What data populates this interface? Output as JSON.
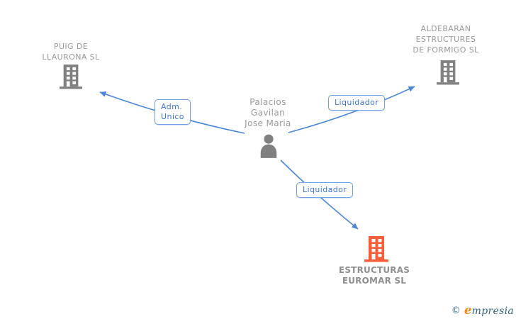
{
  "diagram": {
    "person": {
      "name": "Palacios\nGavilan\nJose Maria",
      "icon": "person-icon",
      "color": "#808080"
    },
    "companies": [
      {
        "name": "PUIG DE\nLLAURONA SL",
        "icon": "building-icon",
        "color": "#808080"
      },
      {
        "name": "ALDEBARAN\nESTRUCTURES\nDE FORMIGO SL",
        "icon": "building-icon",
        "color": "#808080"
      },
      {
        "name": "ESTRUCTURAS\nEUROMAR SL",
        "icon": "building-icon",
        "color": "#f65d38"
      }
    ],
    "edges": [
      {
        "from": "Palacios Gavilan Jose Maria",
        "to": "PUIG DE LLAURONA SL",
        "label": "Adm.\nUnico"
      },
      {
        "from": "Palacios Gavilan Jose Maria",
        "to": "ALDEBARAN ESTRUCTURES DE FORMIGO SL",
        "label": "Liquidador"
      },
      {
        "from": "Palacios Gavilan Jose Maria",
        "to": "ESTRUCTURAS EUROMAR SL",
        "label": "Liquidador"
      }
    ],
    "colors": {
      "line": "#4a86d9",
      "label_border": "#6fa0e2",
      "label_text": "#3c78d8",
      "company_text": "#9a9a9a",
      "building_gray": "#808080",
      "building_orange": "#f65d38"
    }
  },
  "footer": {
    "copyright": "©",
    "brand_e": "e",
    "brand_rest": "mpresia"
  }
}
